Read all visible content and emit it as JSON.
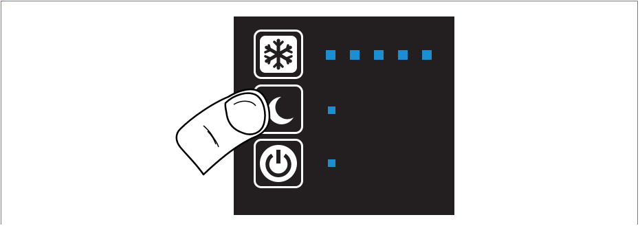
{
  "panel": {
    "background": "#231f20",
    "frame_color": "#1f9ad6",
    "led_color": "#1b8fd2",
    "buttons": [
      {
        "name": "freeze",
        "icon": "snowflake-icon",
        "state": "idle"
      },
      {
        "name": "night-mode",
        "icon": "moon-icon",
        "state": "being-pressed"
      },
      {
        "name": "power",
        "icon": "power-icon",
        "state": "idle"
      }
    ],
    "indicators": {
      "freeze_level": 5,
      "night_mode_on": true,
      "power_on": true
    }
  },
  "hand": {
    "icon": "finger-pressing-icon",
    "target": "night-mode-button"
  }
}
